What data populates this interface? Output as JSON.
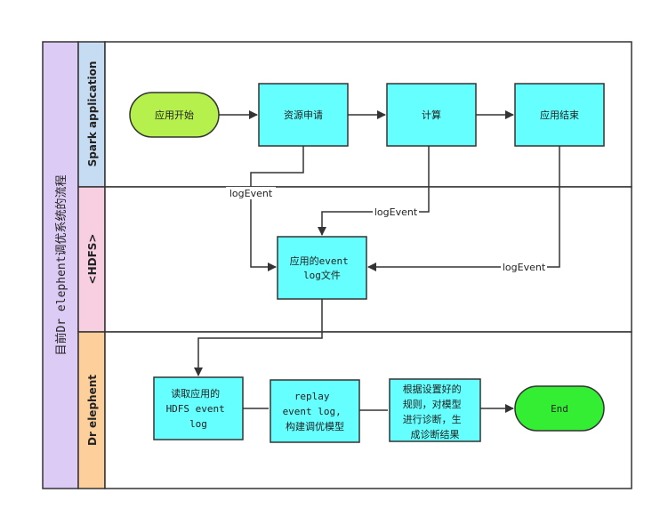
{
  "pool": {
    "title": "目前Dr elephent调优系统的流程"
  },
  "lanes": [
    {
      "title": "Spark application",
      "color": "#c6dcf2"
    },
    {
      "title": "<HDFS>",
      "color": "#f7cfe0"
    },
    {
      "title": "Dr elephent",
      "color": "#fdcf9b"
    }
  ],
  "colors": {
    "pool": "#dccbf5",
    "process": "#66ffff",
    "start": "#b5f04d",
    "end": "#33ee33"
  },
  "nodes": {
    "start": [
      "应用开始"
    ],
    "request": [
      "资源申请"
    ],
    "compute": [
      "计算"
    ],
    "app_end": [
      "应用结束"
    ],
    "event_log": [
      "应用的event",
      "log文件"
    ],
    "read_log": [
      "读取应用的",
      "HDFS event",
      "log"
    ],
    "replay": [
      "replay",
      "event log,",
      "构建调优模型"
    ],
    "diagnose": [
      "根据设置好的",
      "规则，对模型",
      "进行诊断，生",
      "成诊断结果"
    ],
    "end": [
      "End"
    ]
  },
  "edge_labels": {
    "log1": "logEvent",
    "log2": "logEvent",
    "log3": "logEvent"
  }
}
